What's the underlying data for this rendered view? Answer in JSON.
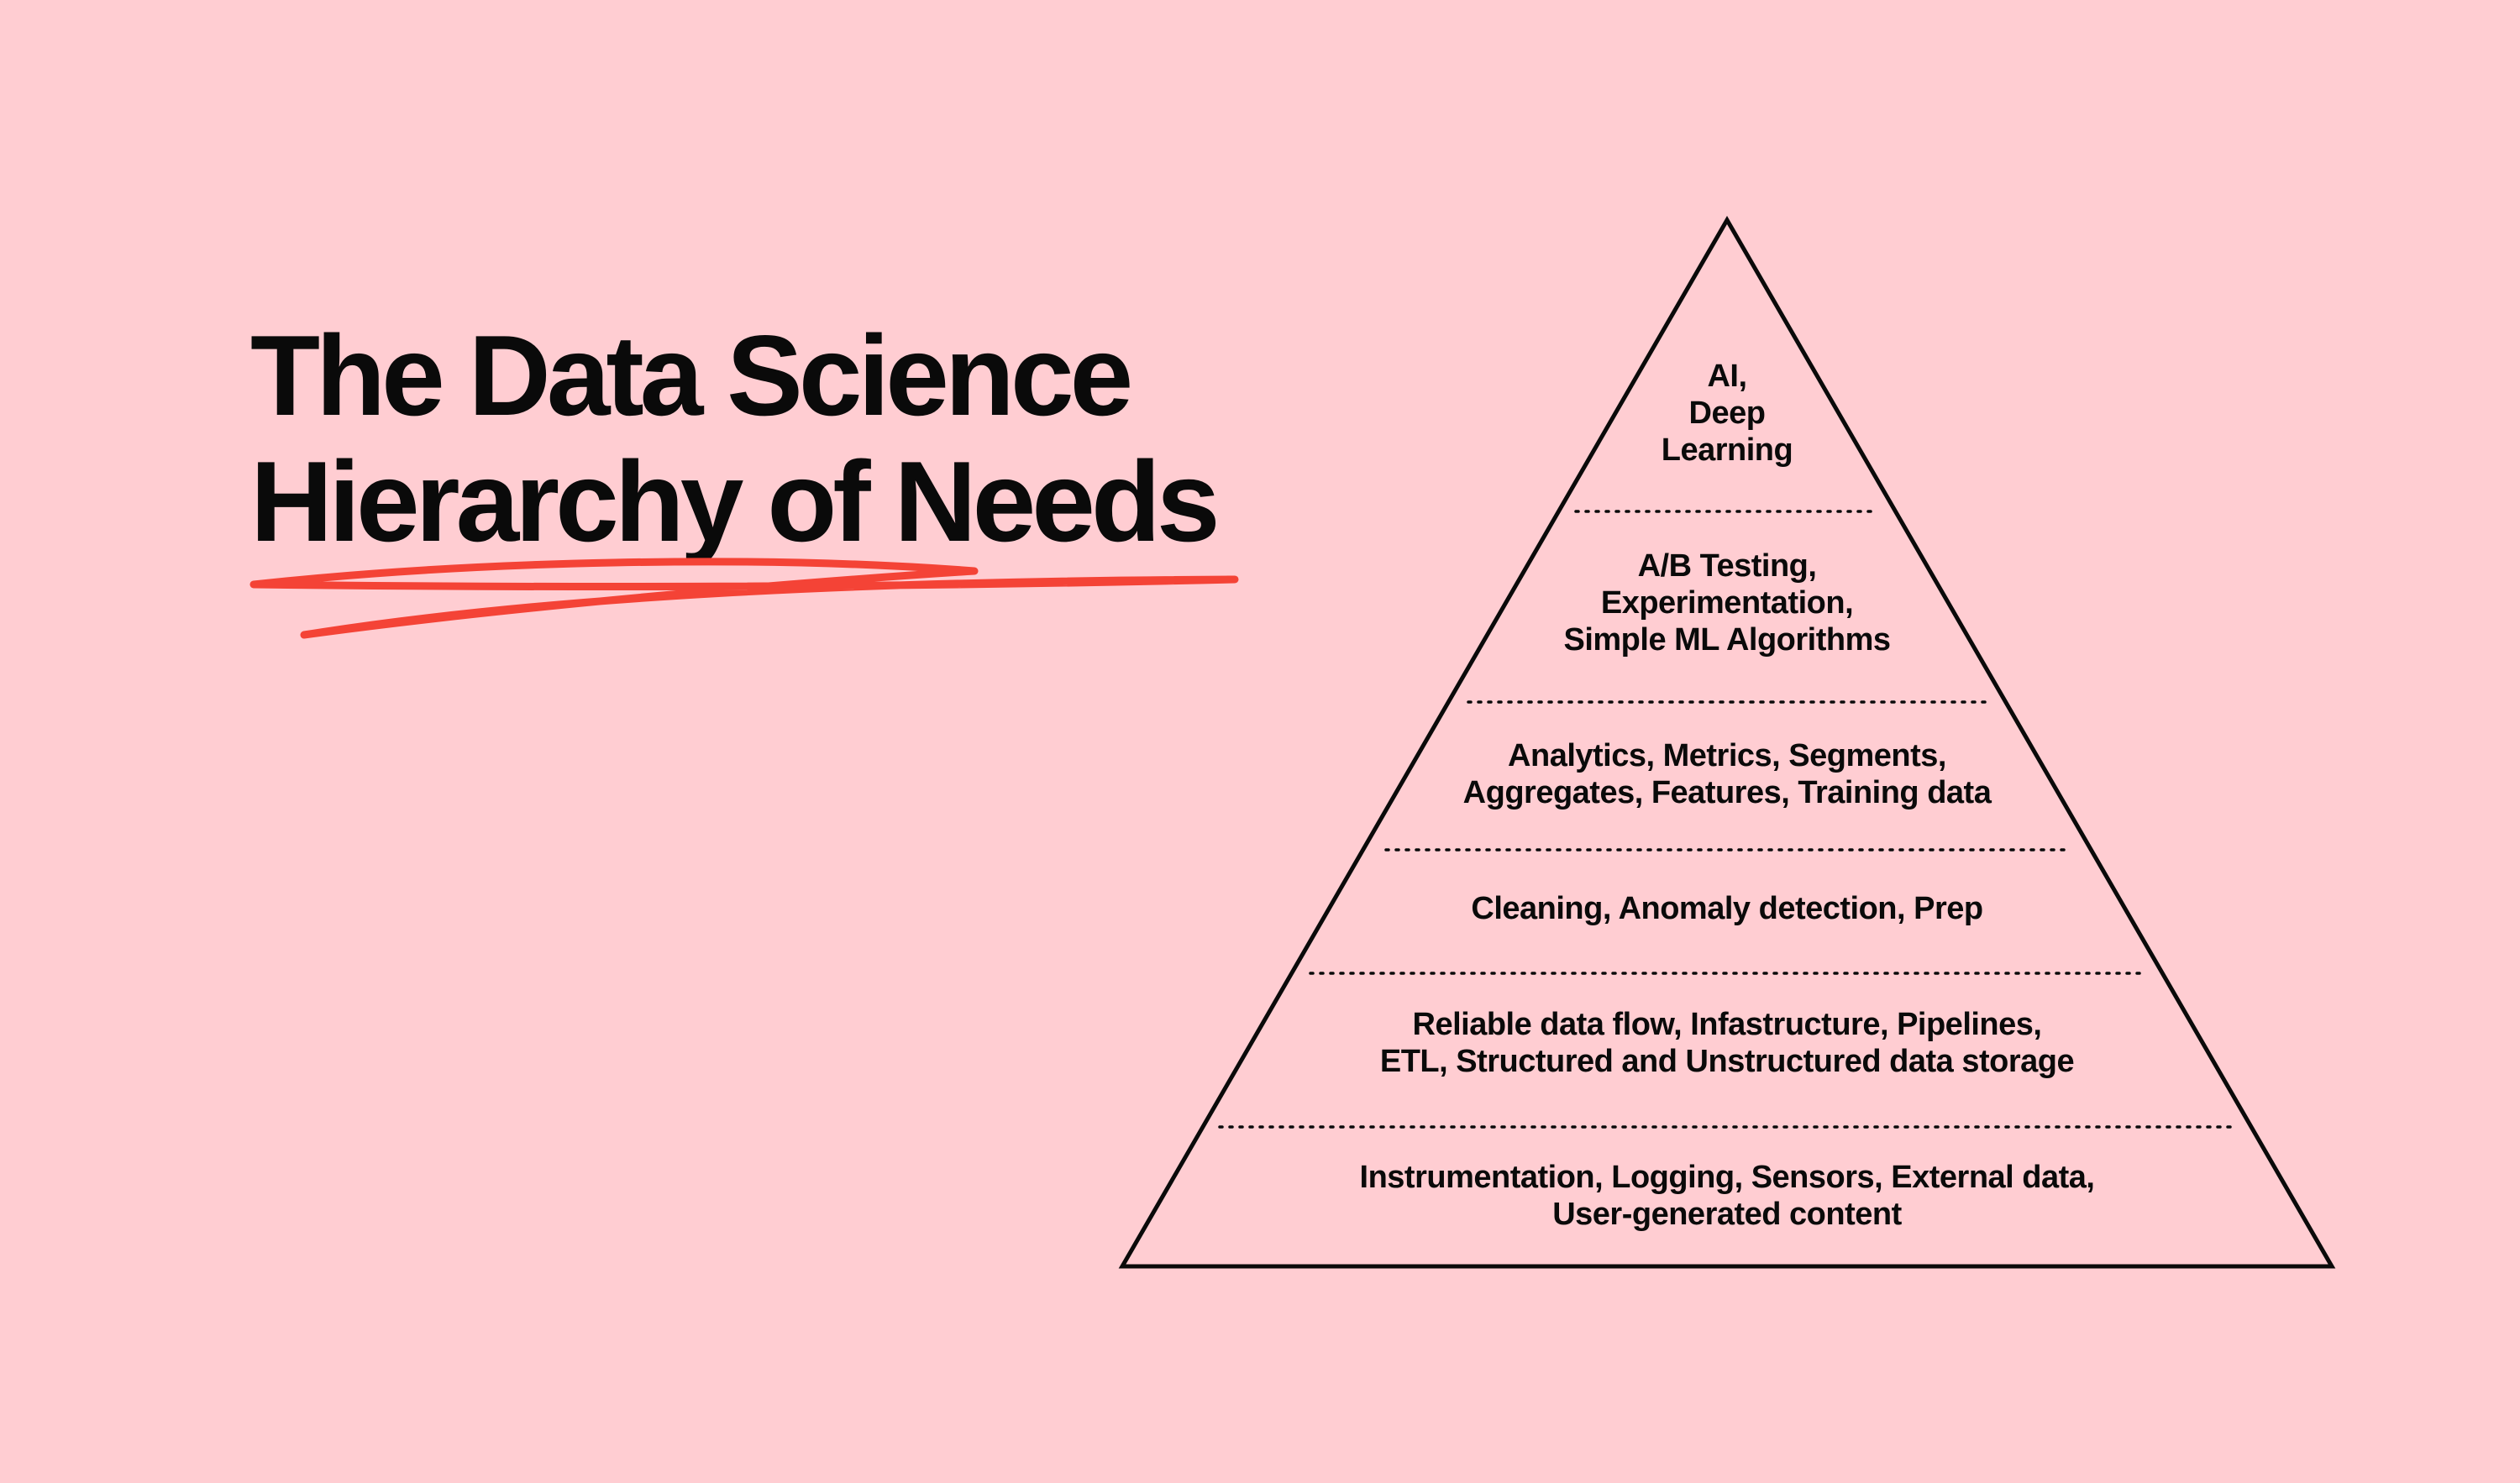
{
  "title": {
    "line1": "The Data Science",
    "line2": "Hierarchy of Needs"
  },
  "colors": {
    "background": "#ffcdd2",
    "accent": "#f44336",
    "ink": "#0a0a0a"
  },
  "pyramid": {
    "tiers": [
      {
        "lines": [
          "AI,",
          "Deep",
          "Learning"
        ]
      },
      {
        "lines": [
          "A/B Testing,",
          "Experimentation,",
          "Simple ML Algorithms"
        ]
      },
      {
        "lines": [
          "Analytics, Metrics, Segments,",
          "Aggregates, Features, Training data"
        ]
      },
      {
        "lines": [
          "Cleaning, Anomaly detection, Prep"
        ]
      },
      {
        "lines": [
          "Reliable data flow, Infastructure, Pipelines,",
          "ETL, Structured and Unstructured data storage"
        ]
      },
      {
        "lines": [
          "Instrumentation, Logging, Sensors, External data,",
          "User-generated content"
        ]
      }
    ]
  }
}
